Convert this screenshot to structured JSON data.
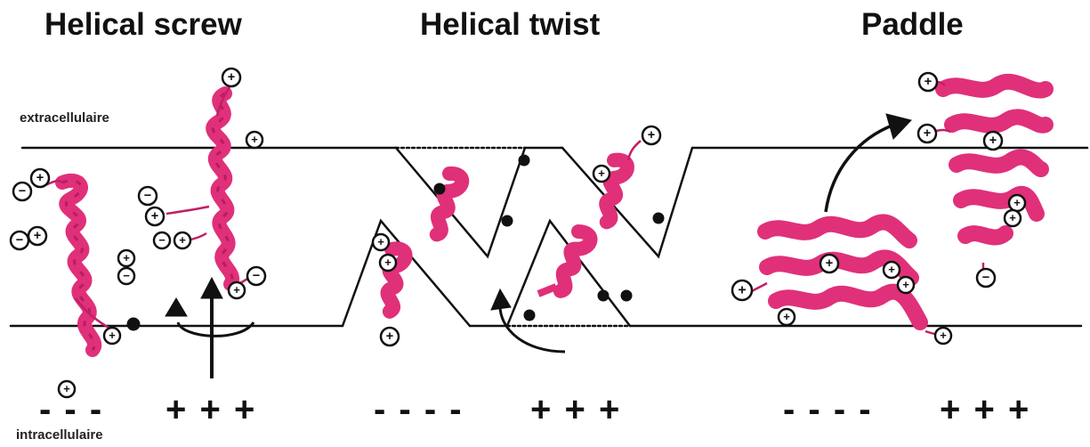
{
  "titles": {
    "helical_screw": "Helical screw",
    "helical_twist": "Helical twist",
    "paddle": "Paddle"
  },
  "labels": {
    "extracellular": "extracellulaire",
    "intracellular": "intracellulaire"
  },
  "membrane_charges": {
    "screw_minus": "- - -",
    "screw_plus": "+ + +",
    "twist_minus": "- - - -",
    "twist_plus": "+ + +",
    "paddle_minus": "- - - -",
    "paddle_plus": "+ + +"
  },
  "glyphs": {
    "plus": "+",
    "minus": "−"
  },
  "colors": {
    "helix": "#e0307a",
    "helix_dark": "#b81d5e",
    "line": "#111111"
  }
}
